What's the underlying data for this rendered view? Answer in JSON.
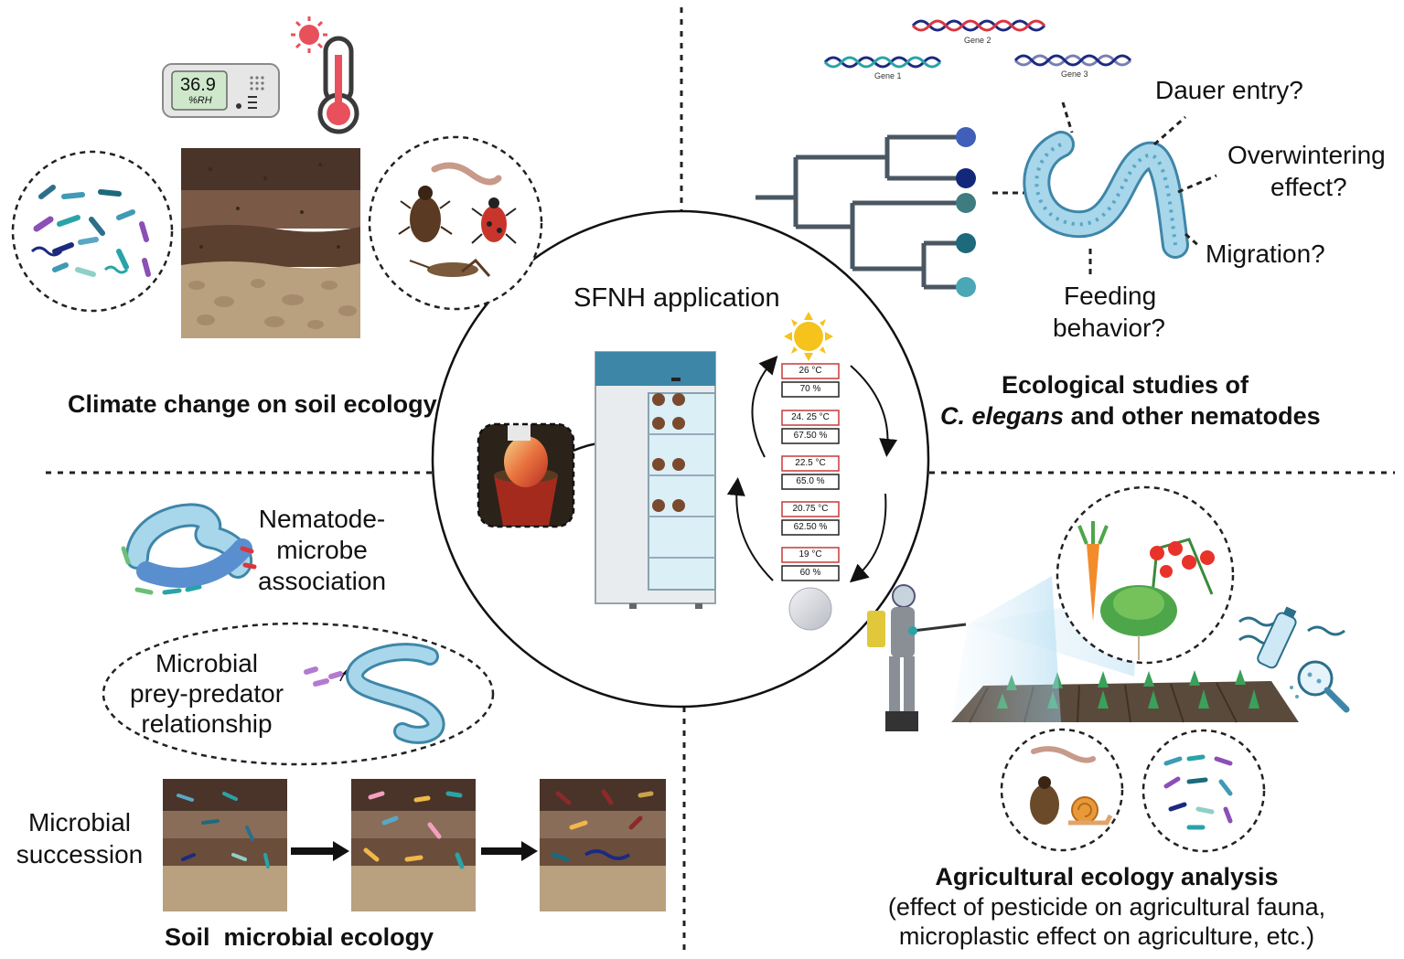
{
  "colors": {
    "soil_dark": "#4a3328",
    "soil_mid": "#6b4d3c",
    "soil_light": "#9a7f68",
    "soil_sand": "#b9a07e",
    "thermo_red": "#e8505b",
    "cabinet_blue": "#3e86a8",
    "tree_dots": [
      "#3f5fb8",
      "#14287a",
      "#3e7c80",
      "#1c6a7c",
      "#4aa7b5"
    ],
    "dna_red": "#d9363e",
    "dna_teal": "#2aa3a8",
    "dna_navy": "#1c2a80"
  },
  "icons": [
    "hygrometer-icon",
    "thermometer-icon",
    "sun-icon",
    "moon-icon",
    "nematode-icon",
    "beetle-icon",
    "cricket-icon",
    "worm-icon",
    "snail-icon",
    "dna-icon",
    "carrot-icon",
    "tomato-icon",
    "lettuce-icon",
    "plastic-bottle-icon",
    "magnifier-icon",
    "sprayer-person-icon",
    "growth-chamber-icon",
    "apple-pot-photo"
  ],
  "hygrometer": {
    "value": "36.9",
    "unit": "%RH"
  },
  "center": {
    "title": "SFNH application",
    "schedule": [
      {
        "temp": "26 °C",
        "hum": "70 %"
      },
      {
        "temp": "24. 25 °C",
        "hum": "67.50 %"
      },
      {
        "temp": "22.5 °C",
        "hum": "65.0 %"
      },
      {
        "temp": "20.75 °C",
        "hum": "62.50 %"
      },
      {
        "temp": "19 °C",
        "hum": "60  %"
      }
    ]
  },
  "top_left": {
    "caption": "Climate change on soil ecology"
  },
  "top_right": {
    "genes": [
      "Gene 1",
      "Gene 2",
      "Gene 3"
    ],
    "questions": {
      "dauer": "Dauer entry?",
      "overwinter_1": "Overwintering",
      "overwinter_2": "effect?",
      "migration": "Migration?",
      "feeding_1": "Feeding",
      "feeding_2": "behavior?"
    },
    "caption_1": "Ecological studies of",
    "caption_2_italic": "C. elegans",
    "caption_2_rest": " and other nematodes"
  },
  "bottom_left": {
    "association_1": "Nematode-",
    "association_2": "microbe",
    "association_3": "association",
    "prey_1": "Microbial",
    "prey_2": "prey-predator",
    "prey_3": "relationship",
    "succession_1": "Microbial",
    "succession_2": "succession",
    "caption": "Soil  microbial ecology"
  },
  "bottom_right": {
    "caption": "Agricultural ecology analysis",
    "sub_1": "(effect of pesticide on agricultural fauna,",
    "sub_2": "microplastic effect on agriculture, etc.)"
  }
}
